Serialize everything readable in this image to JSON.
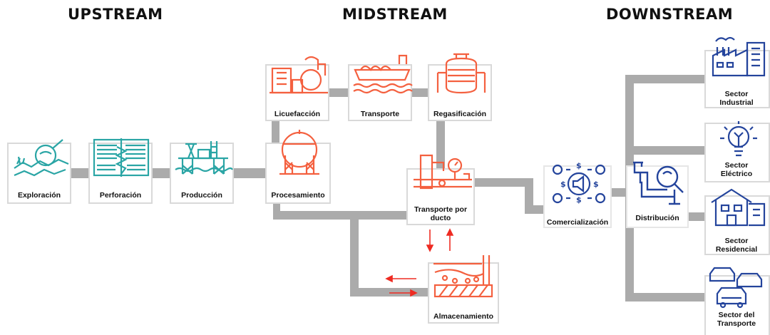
{
  "headers": {
    "upstream": "UPSTREAM",
    "midstream": "MIDSTREAM",
    "downstream": "DOWNSTREAM"
  },
  "colors": {
    "teal": "#2aa5a5",
    "orange": "#f4603f",
    "navy": "#24449c",
    "pipe": "#ababab",
    "arrow": "#ee2b22"
  },
  "upstream": [
    {
      "label": "Exploración",
      "icon": "magnifier-terrain-icon"
    },
    {
      "label": "Perforación",
      "icon": "drill-icon"
    },
    {
      "label": "Producción",
      "icon": "offshore-platform-icon"
    }
  ],
  "midstream": {
    "procesamiento": "Procesamiento",
    "licuefaccion": "Licuefacción",
    "transporte": "Transporte",
    "regasificacion": "Regasificación",
    "transporte_ducto": "Transporte por ducto",
    "almacenamiento": "Almacenamiento"
  },
  "downstream": {
    "comercializacion": "Comercialización",
    "distribucion": "Distribución",
    "sectors": [
      {
        "label": "Sector Industrial",
        "icon": "factory-icon"
      },
      {
        "label": "Sector Eléctrico",
        "icon": "lightbulb-icon"
      },
      {
        "label": "Sector Residencial",
        "icon": "house-icon"
      },
      {
        "label": "Sector del Transporte",
        "icon": "cars-icon"
      }
    ]
  }
}
